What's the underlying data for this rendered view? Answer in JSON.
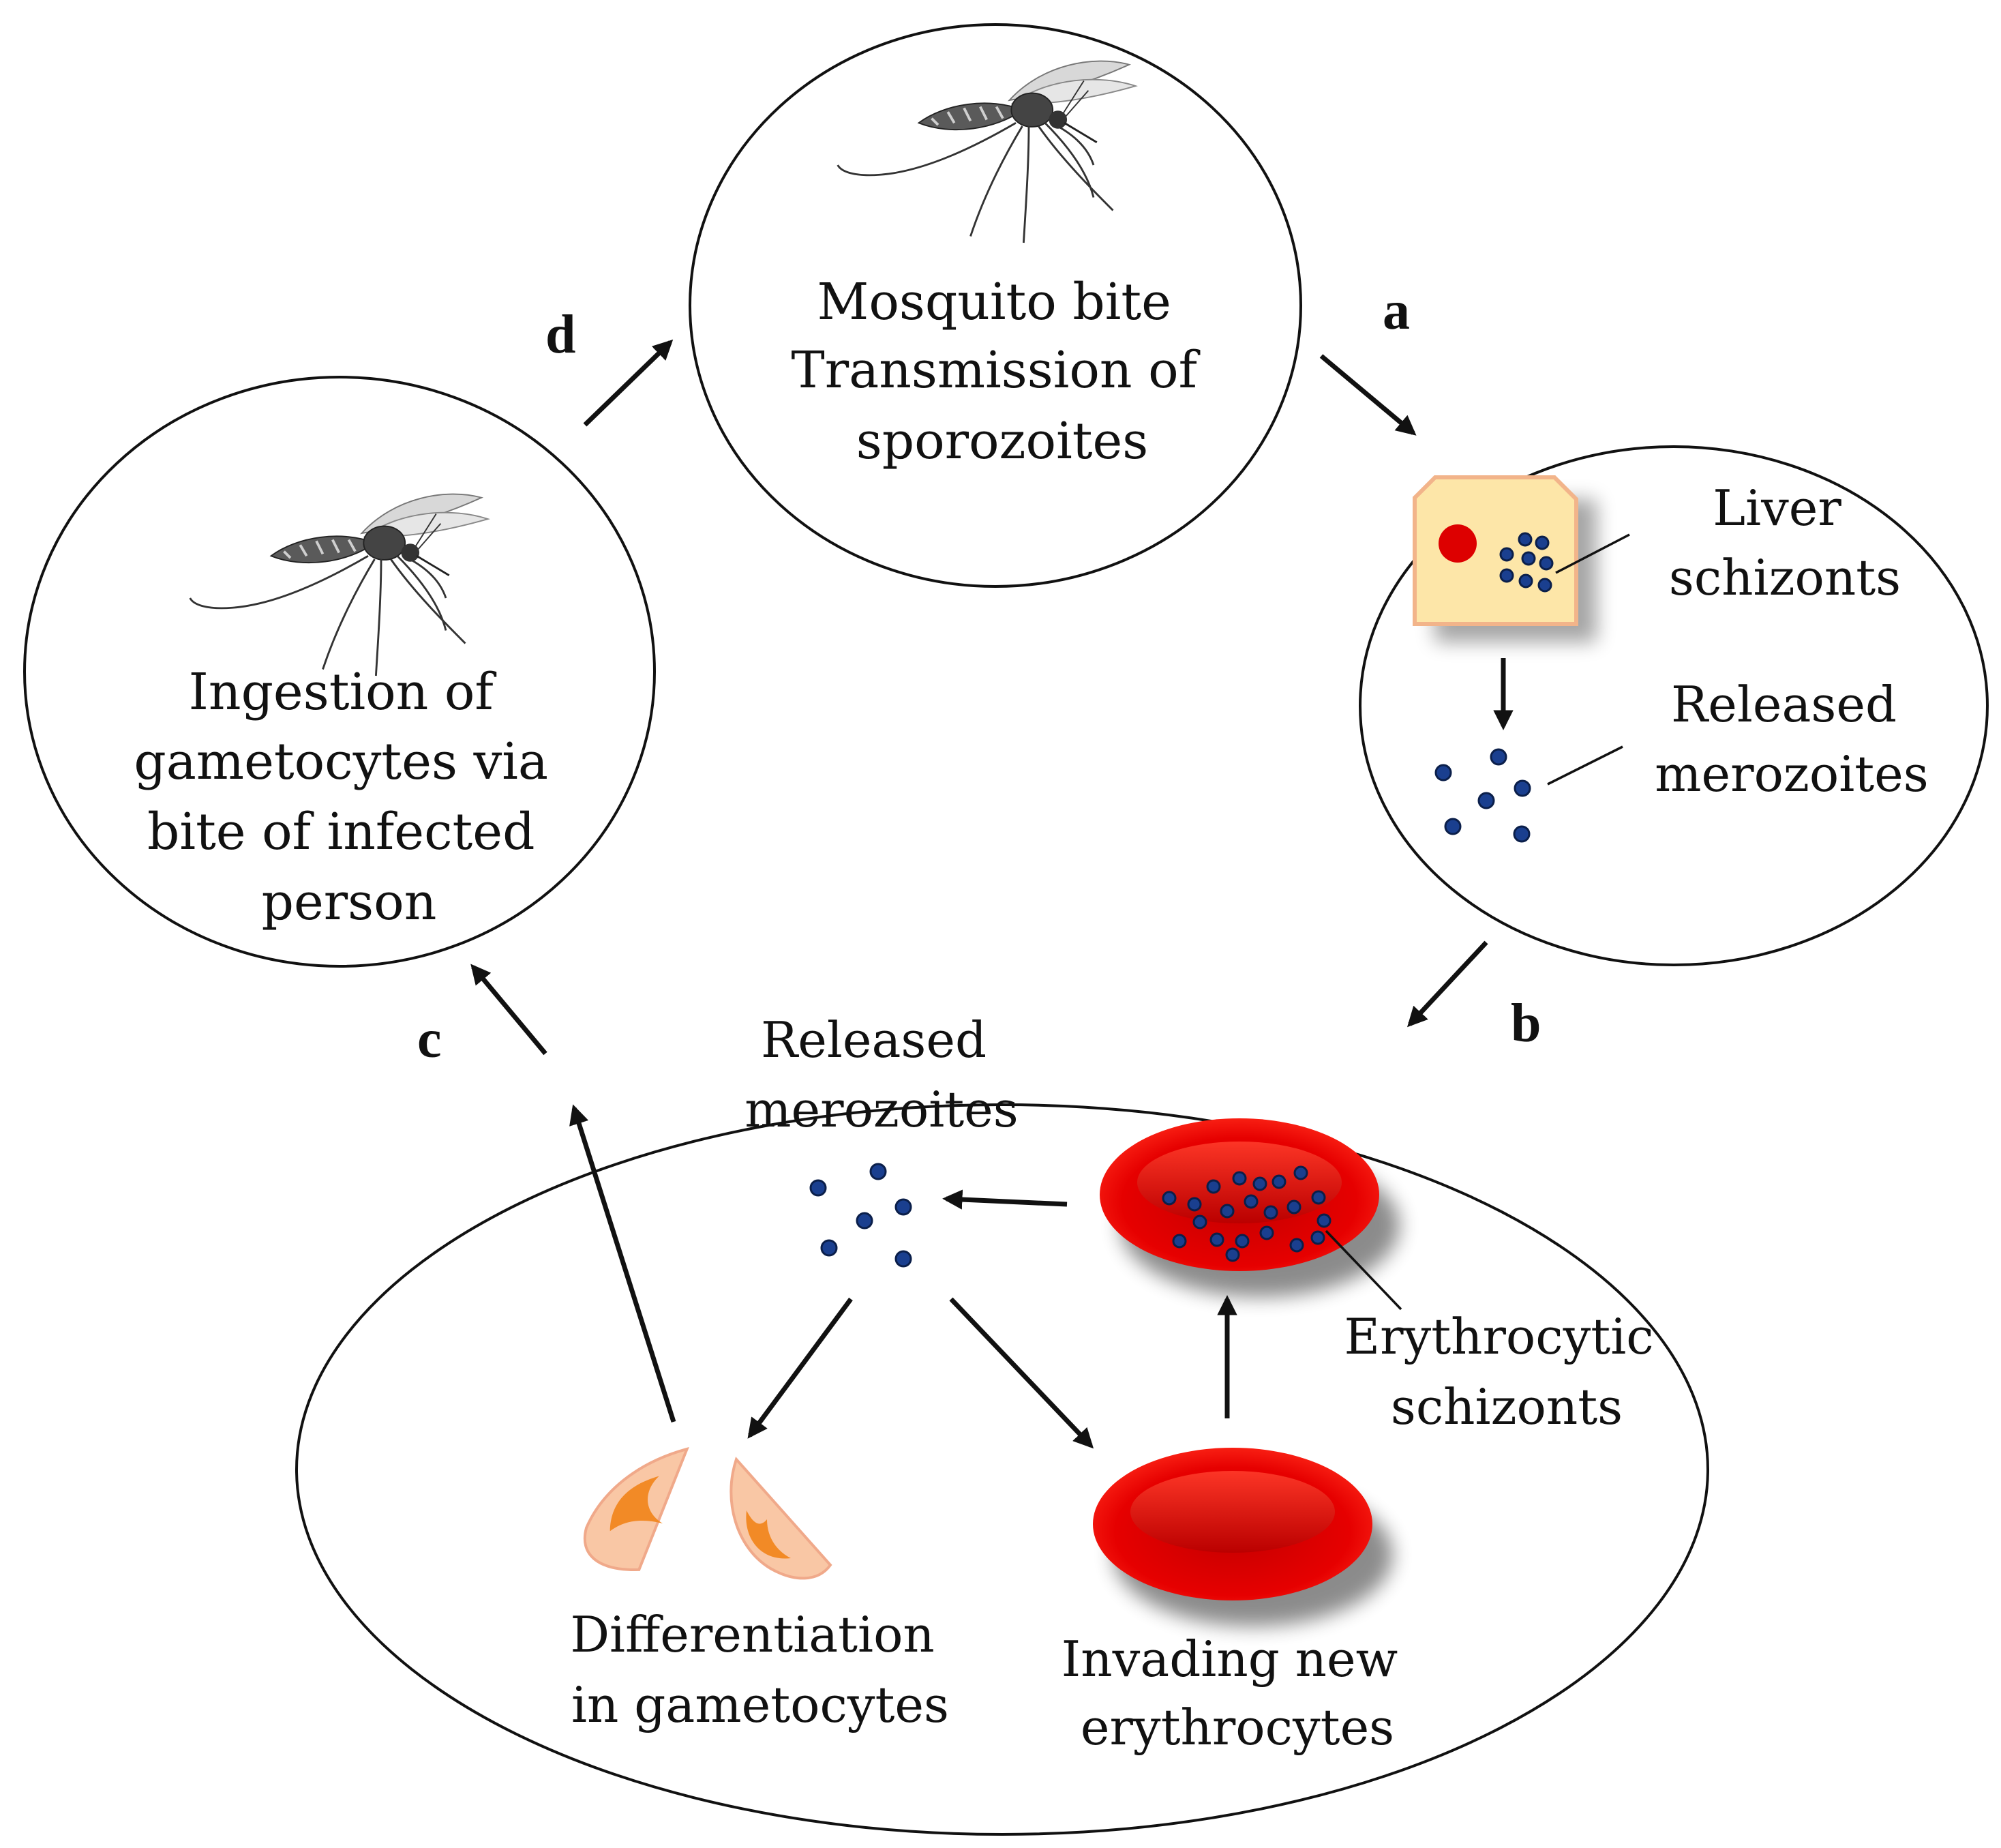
{
  "nodes": {
    "mosquito_bite": {
      "lines": [
        "Mosquito bite",
        "Transmission of",
        "sporozoites"
      ]
    },
    "ingestion": {
      "lines": [
        "Ingestion of",
        "gametocytes via",
        "bite of infected",
        "person"
      ]
    },
    "liver": {
      "schizonts_label": [
        "Liver",
        "schizonts"
      ],
      "merozoites_label": [
        "Released",
        "merozoites"
      ]
    },
    "blood": {
      "merozoites_label": [
        "Released",
        "merozoites"
      ],
      "erythrocytic_label": [
        "Erythrocytic",
        "schizonts"
      ],
      "gametocytes_label": [
        "Differentiation",
        "in gametocytes"
      ],
      "invading_label": [
        "Invading new",
        "erythrocytes"
      ]
    }
  },
  "steps": {
    "a": "a",
    "b": "b",
    "c": "c",
    "d": "d"
  },
  "colors": {
    "parasite_dot": "#1a3f8f",
    "hepatocyte_fill": "#fde6a8",
    "hepatocyte_border": "#f2b48a",
    "nucleus": "#dd0000",
    "erythrocyte": "#e30000",
    "gametocyte_cell": "#f9c7a5",
    "gametocyte_crescent": "#f28a26"
  },
  "icons": [
    "mosquito-icon",
    "hepatocyte-icon",
    "erythrocyte-icon",
    "gametocyte-icon"
  ]
}
